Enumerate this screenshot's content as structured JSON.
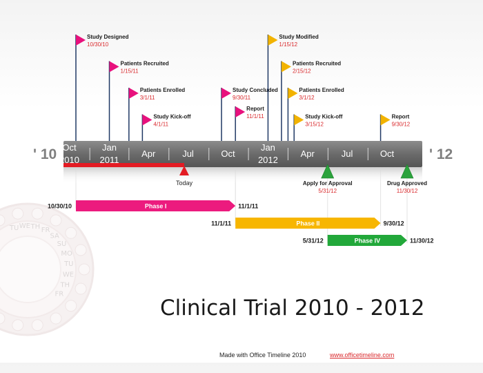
{
  "colors": {
    "band": "#6e6e6e",
    "band_text": "#ffffff",
    "today_bar": "#e31b23",
    "pole": "#1f3864",
    "flag_magenta": "#e8117d",
    "flag_yellow": "#f2b300",
    "date_red": "#d9282b",
    "milestone_green": "#2ba33c",
    "phase1": "#ec1b7e",
    "phase2": "#f7b600",
    "phase4": "#22a83a"
  },
  "axis": {
    "start_year_label": "' 10",
    "end_year_label": "' 12",
    "months": [
      {
        "label": "Oct",
        "year": "2010"
      },
      {
        "label": "Jan",
        "year": "2011"
      },
      {
        "label": "Apr",
        "year": ""
      },
      {
        "label": "Jul",
        "year": ""
      },
      {
        "label": "Oct",
        "year": ""
      },
      {
        "label": "Jan",
        "year": "2012"
      },
      {
        "label": "Apr",
        "year": ""
      },
      {
        "label": "Jul",
        "year": ""
      },
      {
        "label": "Oct",
        "year": ""
      }
    ]
  },
  "today": {
    "label": "Today"
  },
  "events": [
    {
      "name": "Study Designed",
      "date": "10/30/10",
      "color": "magenta",
      "level": 0
    },
    {
      "name": "Patients Recruited",
      "date": "1/15/11",
      "color": "magenta",
      "level": 1
    },
    {
      "name": "Patients Enrolled",
      "date": "3/1/11",
      "color": "magenta",
      "level": 2
    },
    {
      "name": "Study Kick-off",
      "date": "4/1/11",
      "color": "magenta",
      "level": 3
    },
    {
      "name": "Study Concluded",
      "date": "9/30/11",
      "color": "magenta",
      "level": 2
    },
    {
      "name": "Report",
      "date": "11/1/11",
      "color": "magenta",
      "level": 2.7
    },
    {
      "name": "Study Modified",
      "date": "1/15/12",
      "color": "yellow",
      "level": 0
    },
    {
      "name": "Patients Recruited",
      "date": "2/15/12",
      "color": "yellow",
      "level": 1
    },
    {
      "name": "Patients Enrolled",
      "date": "3/1/12",
      "color": "yellow",
      "level": 2
    },
    {
      "name": "Study Kick-off",
      "date": "3/15/12",
      "color": "yellow",
      "level": 3
    },
    {
      "name": "Report",
      "date": "9/30/12",
      "color": "yellow",
      "level": 3
    }
  ],
  "milestones": [
    {
      "name": "Apply for Approval",
      "date": "5/31/12"
    },
    {
      "name": "Drug Approved",
      "date": "11/30/12"
    }
  ],
  "phases": [
    {
      "name": "Phase I",
      "start": "10/30/10",
      "end": "11/1/11",
      "color": "phase1"
    },
    {
      "name": "Phase II",
      "start": "11/1/11",
      "end": "9/30/12",
      "color": "phase2"
    },
    {
      "name": "Phase IV",
      "start": "5/31/12",
      "end": "11/30/12",
      "color": "phase4"
    }
  ],
  "decor_text": [
    "TU",
    "WE",
    "TH",
    "FR",
    "SA",
    "SU",
    "MO",
    "TU",
    "WE",
    "TH",
    "FR"
  ],
  "title": "Clinical Trial 2010 - 2012",
  "footer": {
    "made_with": "Made with Office Timeline 2010",
    "link": "www.officetimeline.com"
  }
}
